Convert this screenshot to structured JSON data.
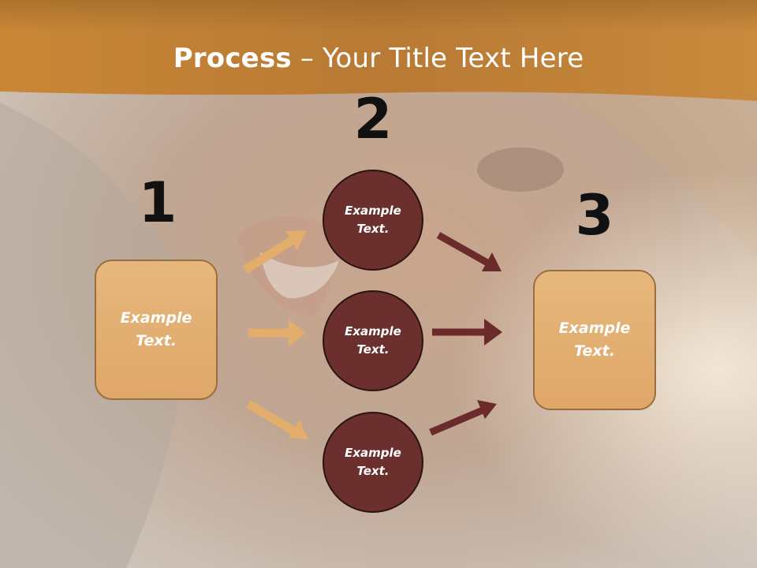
{
  "slide": {
    "title_bold": "Process",
    "title_rest": " – Your Title Text Here"
  },
  "steps": {
    "one": {
      "number": "1"
    },
    "two": {
      "number": "2"
    },
    "three": {
      "number": "3"
    }
  },
  "nodes": {
    "left_box": {
      "label": "Example Text."
    },
    "circle_top": {
      "label": "Example Text."
    },
    "circle_middle": {
      "label": "Example Text."
    },
    "circle_bottom": {
      "label": "Example Text."
    },
    "right_box": {
      "label": "Example Text."
    }
  },
  "colors": {
    "header_band": "#c98a3c",
    "box_fill": "#e3af72",
    "box_border": "#9a6f3f",
    "circle_fill": "#6b2f2e",
    "arrow_light": "#e3ad6c",
    "arrow_dark": "#6a2b2a"
  }
}
